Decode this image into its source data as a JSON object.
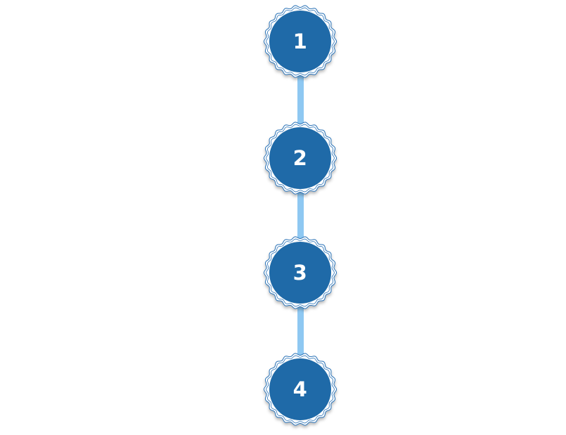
{
  "colors": {
    "step_fill": "#1f6aa8",
    "step_outline": "#2a73b8",
    "connector": "#8ec8f2",
    "label": "#ffffff"
  },
  "steps": [
    {
      "label": "1"
    },
    {
      "label": "2"
    },
    {
      "label": "3"
    },
    {
      "label": "4"
    }
  ]
}
